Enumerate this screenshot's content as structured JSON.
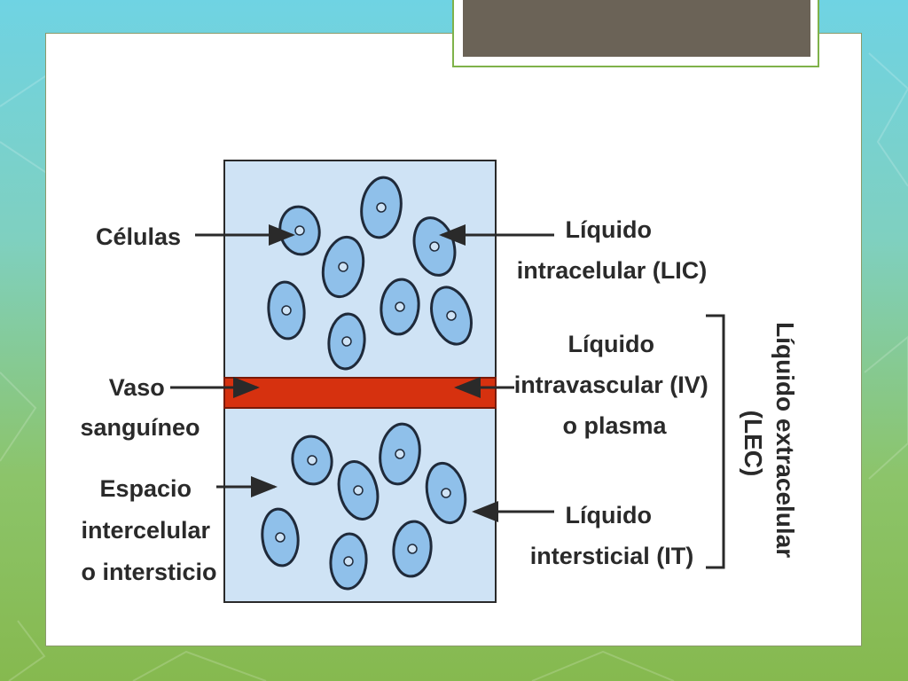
{
  "labels": {
    "celulas": "Células",
    "liquido_intracelular": [
      "Líquido",
      "intracelular (LIC)"
    ],
    "vaso_sanguineo": [
      "Vaso",
      "sanguíneo"
    ],
    "liquido_intravascular": [
      "Líquido",
      "intravascular (IV)",
      "o plasma"
    ],
    "espacio_intercelular": [
      "Espacio",
      "intercelular",
      "o intersticio"
    ],
    "liquido_intersticial": [
      "Líquido",
      "intersticial (IT)"
    ],
    "liquido_extracelular": [
      "Líquido extracelular",
      "(LEC)"
    ]
  },
  "colors": {
    "box_fill": "#cfe3f5",
    "cell_fill": "#8fc0ea",
    "vessel": "#d6310f",
    "title_bar": "#6b6357"
  }
}
